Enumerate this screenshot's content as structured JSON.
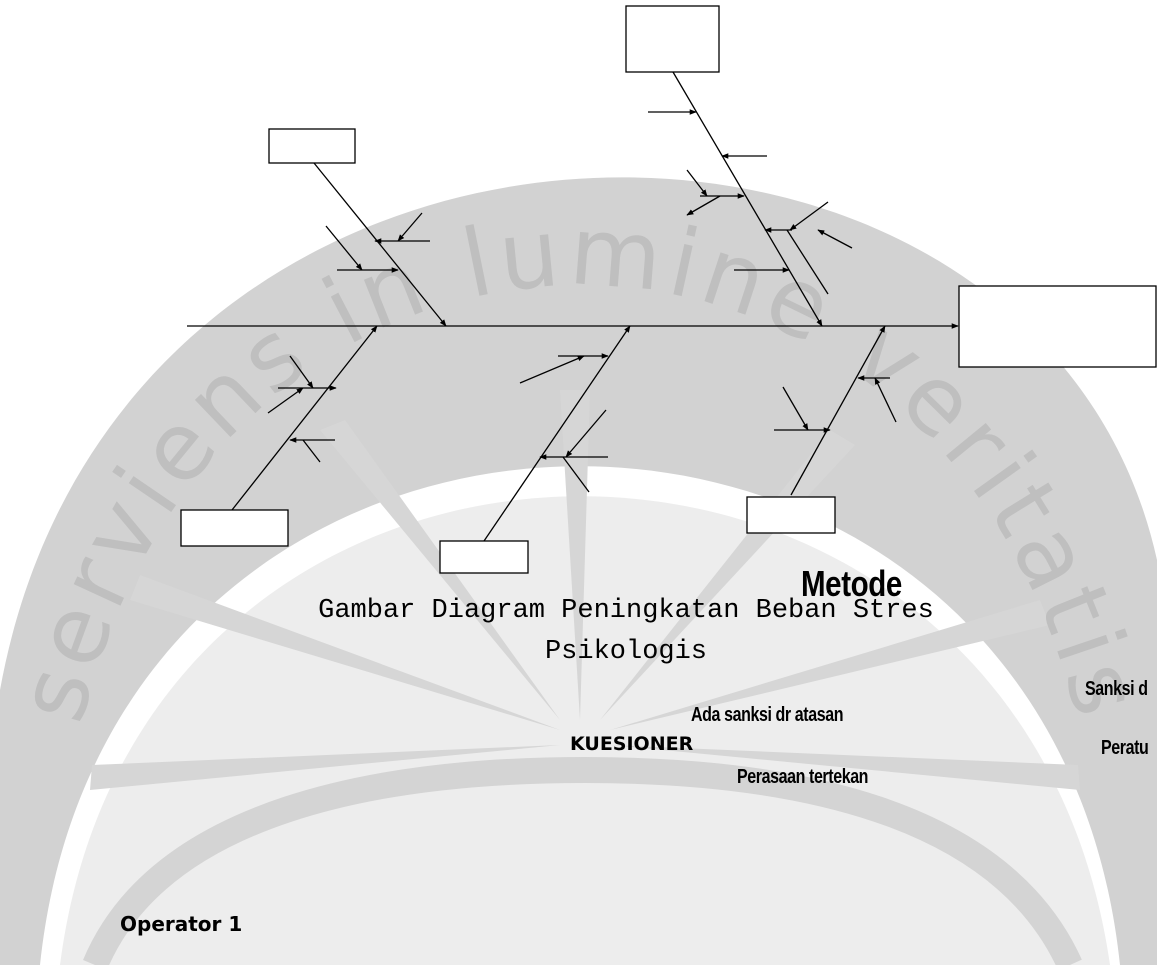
{
  "watermark": {
    "motto": "serviens in lumine veritatis",
    "color": "#cccccc"
  },
  "diagram": {
    "line_color": "#000000",
    "effect_box_label": "",
    "cause_box_labels": [
      "",
      "",
      "",
      "",
      "",
      ""
    ],
    "category_label": "Metode"
  },
  "caption": {
    "line1": "Gambar Diagram Peningkatan Beban Stres",
    "line2": "Psikologis"
  },
  "notes": {
    "ada_sanksi": "Ada sanksi dr atasan",
    "sanksi_cut": "Sanksi d",
    "peratu_cut": "Peratu",
    "kuesioner": "KUESIONER",
    "perasaan": "Perasaan tertekan",
    "operator": "Operator 1"
  }
}
